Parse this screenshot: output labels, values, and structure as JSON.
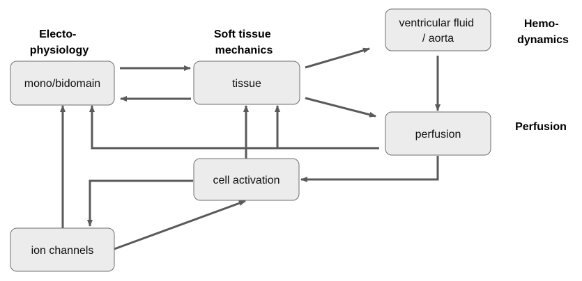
{
  "headings": {
    "electrophysiology": [
      "Electo-",
      "physiology"
    ],
    "soft_tissue_mechanics": [
      "Soft tissue",
      "mechanics"
    ],
    "hemodynamics": [
      "Hemo-",
      "dynamics"
    ],
    "perfusion": [
      "Perfusion"
    ]
  },
  "nodes": {
    "mono_bidomain": [
      "mono/bidomain"
    ],
    "tissue": [
      "tissue"
    ],
    "ventricular_fluid_aorta": [
      "ventricular fluid",
      "/ aorta"
    ],
    "perfusion": [
      "perfusion"
    ],
    "cell_activation": [
      "cell activation"
    ],
    "ion_channels": [
      "ion channels"
    ]
  },
  "edges": [
    {
      "from": "mono/bidomain",
      "to": "tissue"
    },
    {
      "from": "tissue",
      "to": "mono/bidomain"
    },
    {
      "from": "tissue",
      "to": "ventricular fluid / aorta"
    },
    {
      "from": "tissue",
      "to": "perfusion"
    },
    {
      "from": "ventricular fluid / aorta",
      "to": "perfusion"
    },
    {
      "from": "perfusion",
      "to": "mono/bidomain"
    },
    {
      "from": "perfusion",
      "to": "tissue"
    },
    {
      "from": "perfusion",
      "to": "cell activation"
    },
    {
      "from": "cell activation",
      "to": "tissue"
    },
    {
      "from": "cell activation",
      "to": "ion channels"
    },
    {
      "from": "ion channels",
      "to": "mono/bidomain"
    },
    {
      "from": "ion channels",
      "to": "cell activation"
    }
  ],
  "colors": {
    "box_fill": "#ececec",
    "box_stroke": "#6e6e6e",
    "arrow": "#5a5a5a",
    "text": "#111111"
  }
}
